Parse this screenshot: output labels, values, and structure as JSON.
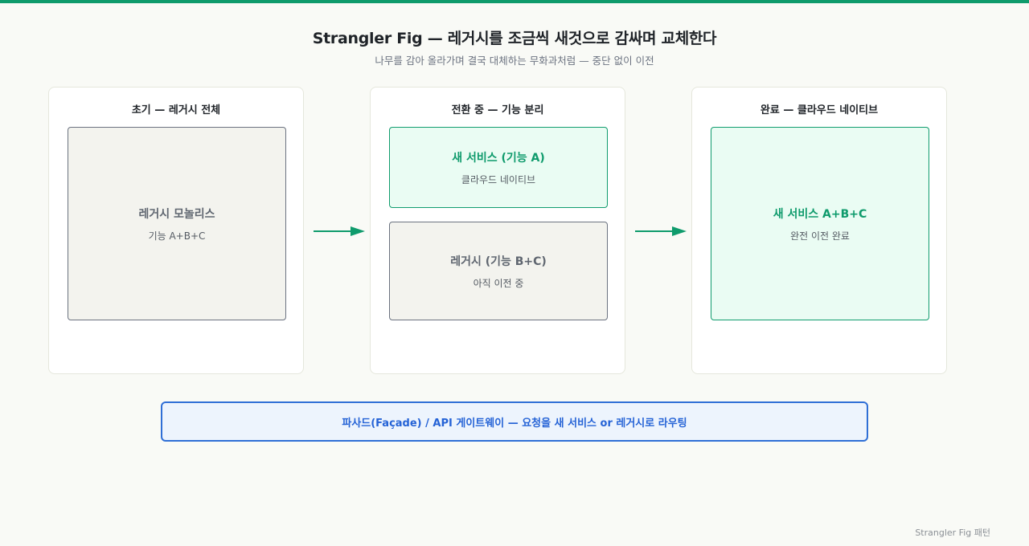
{
  "header": {
    "title": "Strangler Fig — 레거시를 조금씩 새것으로 감싸며 교체한다",
    "subtitle": "나무를 감아 올라가며 결국 대체하는 무화과처럼 — 중단 없이 이전"
  },
  "stages": [
    {
      "title": "초기 — 레거시 전체",
      "boxes": [
        {
          "title": "레거시 모놀리스",
          "sub": "기능 A+B+C"
        }
      ]
    },
    {
      "title": "전환 중 — 기능 분리",
      "boxes": [
        {
          "title": "새 서비스 (기능 A)",
          "sub": "클라우드 네이티브"
        },
        {
          "title": "레거시 (기능 B+C)",
          "sub": "아직 이전 중"
        }
      ]
    },
    {
      "title": "완료 — 클라우드 네이티브",
      "boxes": [
        {
          "title": "새 서비스 A+B+C",
          "sub": "완전 이전 완료"
        }
      ]
    }
  ],
  "facade": {
    "label": "파사드(Façade) / API 게이트웨이 — 요청을 새 서비스 or 레거시로 라우팅"
  },
  "footer": {
    "label": "Strangler Fig 패턴"
  },
  "colors": {
    "accent": "#0f9b6c",
    "legacy_border": "#6b7280",
    "legacy_fill": "#f3f3ee",
    "modern_fill": "#eafcf3",
    "facade_border": "#2f6fd6",
    "facade_fill": "#edf4fd"
  }
}
